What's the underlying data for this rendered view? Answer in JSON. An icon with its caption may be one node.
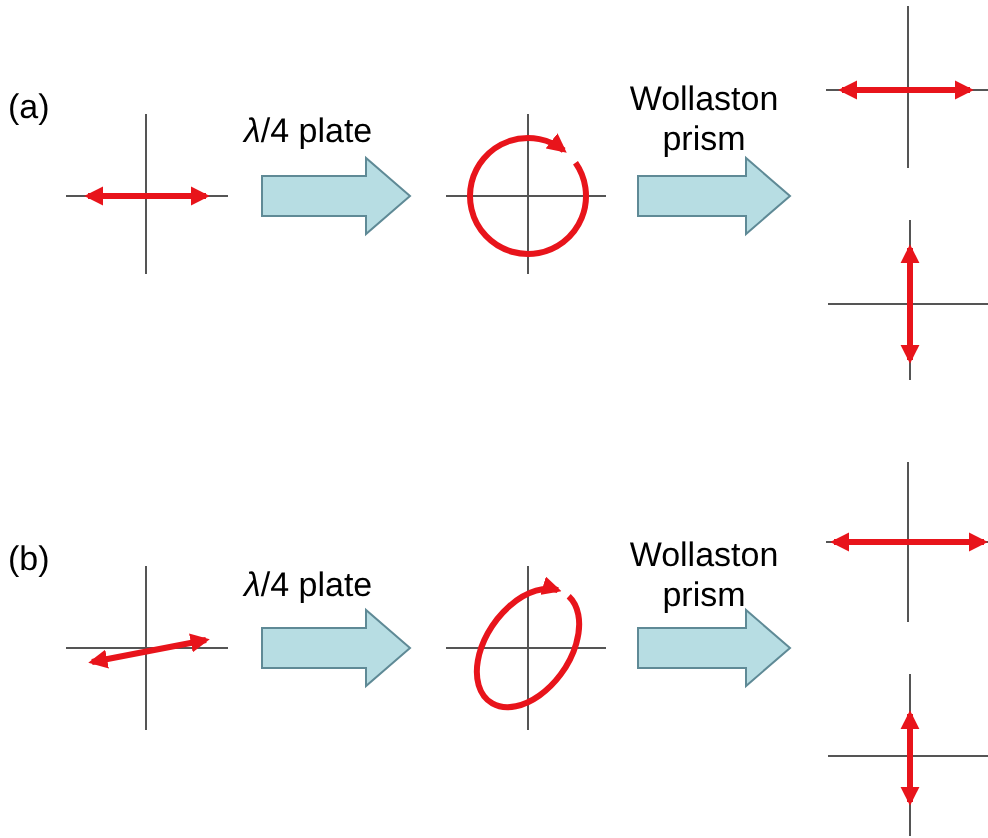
{
  "diagram": {
    "nodes": [
      {
        "text": [],
        "shape": "picture"
      },
      {
        "text": [],
        "shape": "picture"
      },
      {
        "text": [],
        "shape": "picture"
      },
      {
        "text": [],
        "shape": "picture"
      },
      {
        "text": [],
        "shape": "picture"
      },
      {
        "text": [],
        "shape": "picture"
      },
      {
        "text": [],
        "shape": "picture"
      },
      {
        "text": [],
        "shape": "picture"
      }
    ],
    "edges": [
      {
        "from": 0,
        "to": 1,
        "arrow": "to",
        "label": "*λ*/4 plate"
      },
      {
        "from": 1,
        "to": 2,
        "arrow": "to",
        "label": "Wollaston prism"
      },
      {
        "from": 1,
        "to": 3,
        "arrow": "to"
      },
      {
        "from": 4,
        "to": 5,
        "arrow": "to",
        "label": "*λ*/4 plate"
      },
      {
        "from": 5,
        "to": 6,
        "arrow": "to",
        "label": "Wollaston prism"
      },
      {
        "from": 5,
        "to": 7,
        "arrow": "to"
      }
    ],
    "labels": [
      "(a)",
      "(b)"
    ]
  }
}
